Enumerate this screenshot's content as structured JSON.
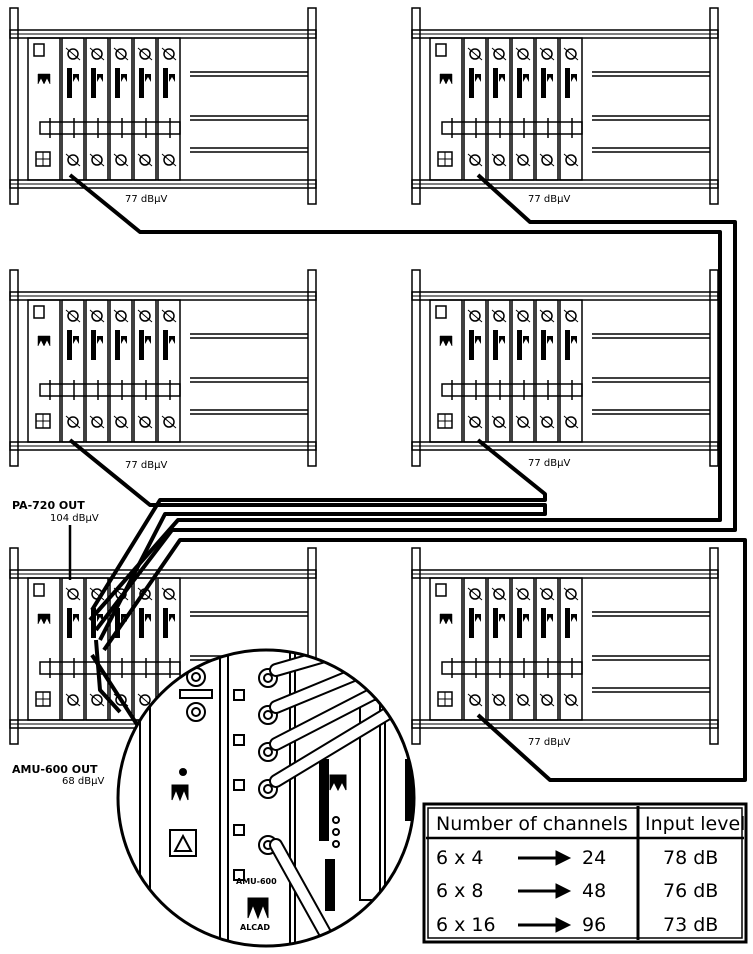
{
  "racks": [
    {
      "level": "77 dBµV"
    },
    {
      "level": "77 dBµV"
    },
    {
      "level": "77 dBµV"
    },
    {
      "level": "77 dBµV"
    },
    {
      "level": ""
    },
    {
      "level": "77 dBµV"
    }
  ],
  "pa_out": {
    "title": "PA-720 OUT",
    "level": "104 dBµV"
  },
  "amu_out": {
    "title": "AMU-600 OUT",
    "level": "68 dBµV"
  },
  "zoom": {
    "module_label": "AMU-600",
    "brand": "ALCAD"
  },
  "table": {
    "headers": [
      "Number of channels",
      "Input level"
    ],
    "rows": [
      {
        "config": "6 x 4",
        "channels": "24",
        "level": "78 dB"
      },
      {
        "config": "6 x 8",
        "channels": "48",
        "level": "76 dB"
      },
      {
        "config": "6 x 16",
        "channels": "96",
        "level": "73 dB"
      }
    ]
  }
}
